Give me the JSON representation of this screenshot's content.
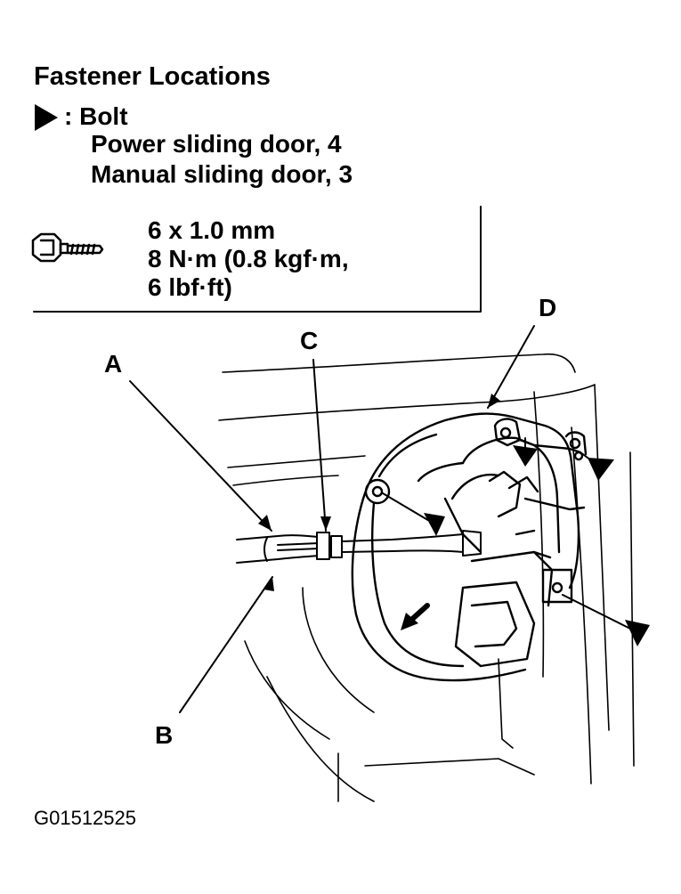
{
  "header": {
    "title": "Fastener Locations",
    "legend_symbol_label": ": Bolt",
    "legend_lines": [
      "Power sliding door, 4",
      "Manual sliding door, 3"
    ]
  },
  "spec": {
    "icon": "bolt-icon",
    "lines": [
      "6 x 1.0 mm",
      "8 N·m (0.8 kgf·m,",
      "6 lbf·ft)"
    ]
  },
  "callouts": {
    "a": "A",
    "b": "B",
    "c": "C",
    "d": "D"
  },
  "figure_code": "G01512525"
}
